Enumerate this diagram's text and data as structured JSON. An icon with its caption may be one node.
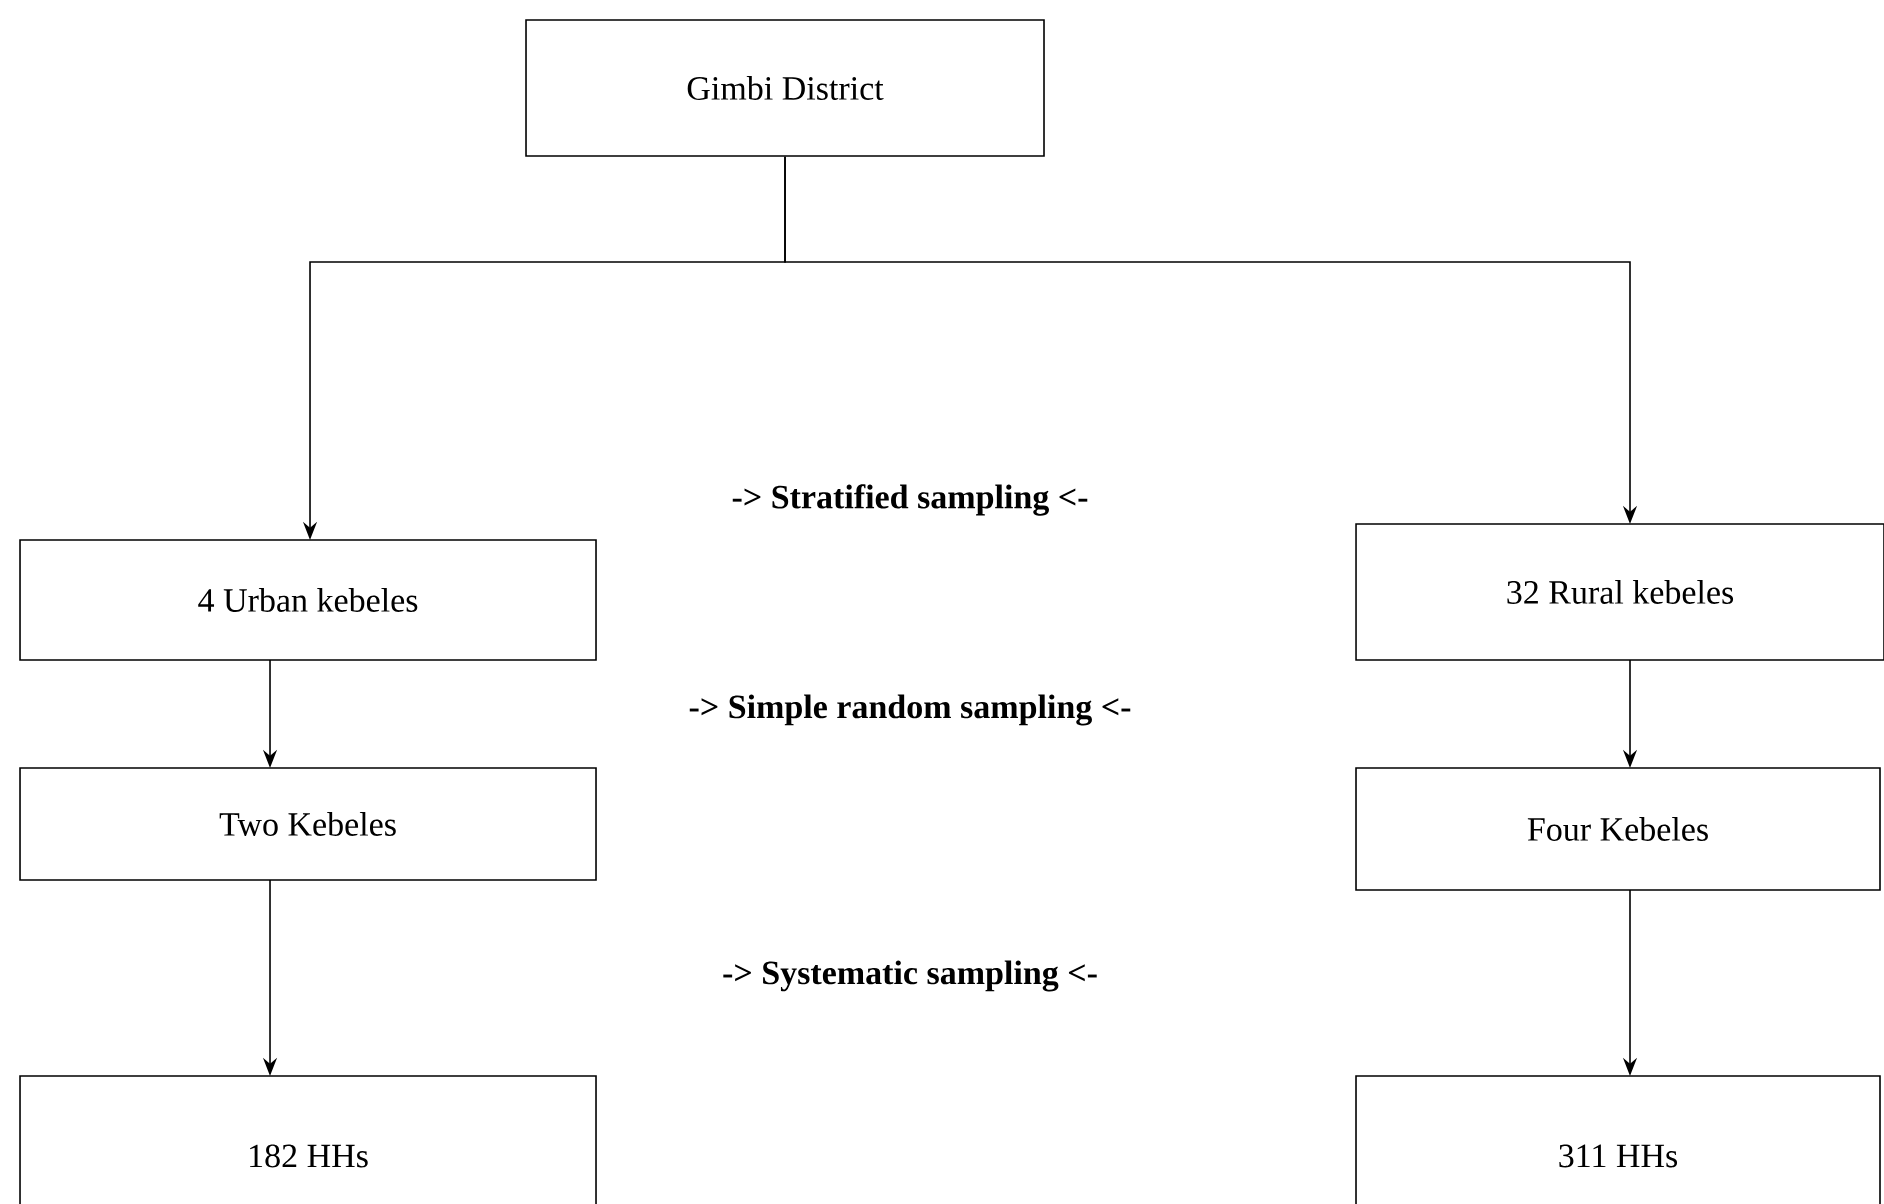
{
  "diagram": {
    "nodes": [
      {
        "text": [
          "Gimbi District"
        ]
      },
      {
        "text": [
          "4 Urban kebeles"
        ]
      },
      {
        "text": [
          "32 Rural kebeles"
        ]
      },
      {
        "text": [
          "Two Kebeles"
        ]
      },
      {
        "text": [
          "Four Kebeles"
        ]
      },
      {
        "text": [
          "182 HHs"
        ]
      },
      {
        "text": [
          "311 HHs"
        ]
      }
    ],
    "edges": [
      {
        "from": 0,
        "to": 1,
        "arrow": "to"
      },
      {
        "from": 0,
        "to": 2,
        "arrow": "to"
      },
      {
        "from": 1,
        "to": 3,
        "arrow": "to"
      },
      {
        "from": 2,
        "to": 4,
        "arrow": "to"
      },
      {
        "from": 3,
        "to": 5,
        "arrow": "to"
      },
      {
        "from": 4,
        "to": 6,
        "arrow": "to"
      }
    ],
    "labels": [
      "-> Stratified sampling <-",
      "-> Simple random sampling <-",
      "-> Systematic sampling <-"
    ]
  }
}
